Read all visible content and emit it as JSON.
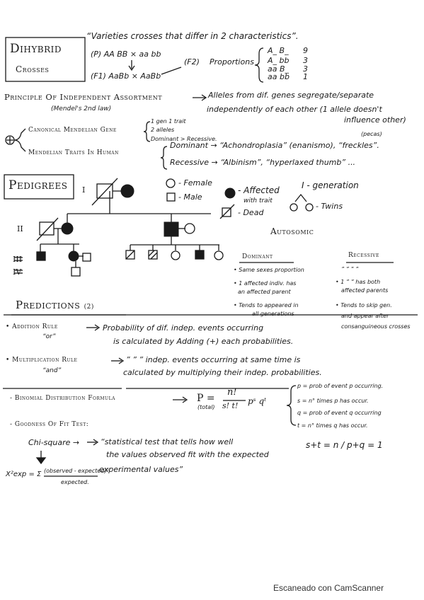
{
  "dihybrid": {
    "title": "Dihybrid",
    "subtitle": "Crosses",
    "quote": "“Varieties crosses that differ in 2 characteristics”.",
    "p_line": "(P) AA BB × aa bb",
    "f1_line": "(F1) AaBb × AaBb",
    "f2_label": "(F2)",
    "proportions_label": "Proportions",
    "ratios": [
      {
        "genotype": "A_ B_",
        "value": "9"
      },
      {
        "genotype": "A_ bb",
        "value": "3"
      },
      {
        "genotype": "aa B_",
        "value": "3"
      },
      {
        "genotype": "aa bb",
        "value": "1"
      }
    ]
  },
  "principle": {
    "title": "Principle Of Independent Assortment",
    "mendel": "(Mendel's 2nd law)",
    "def_1": "Alleles from dif. genes segregate/separate",
    "def_2": "independently of each other (1 allele doesn't",
    "def_3": "influence other)"
  },
  "canonical": {
    "label": "Canonical Mendelian Gene",
    "b1": "1 gen 1 trait",
    "b2": "2 alleles",
    "b3": "Dominant > Recessive."
  },
  "traits": {
    "label": "Mendelian Traits In Human",
    "dominant": "Dominant → “Achondroplasia” (enanismo), “freckles”.",
    "pecas": "(pecas)",
    "recessive": "Recessive → “Albinism”, “hyperlaxed thumb” ..."
  },
  "pedigrees": {
    "title": "Pedigrees",
    "gen_labels": [
      "I",
      "II",
      "III",
      "IV"
    ],
    "legend": {
      "female": "- Female",
      "male": "- Male",
      "affected_1": "- Affected",
      "affected_2": "with trait",
      "dead": "- Dead",
      "generation": "I - generation",
      "twins": "- Twins"
    }
  },
  "autosomic": {
    "title": "Autosomic",
    "dominant_title": "Dominant",
    "recessive_title": "Recessive",
    "dominant_items": [
      "Same sexes proportion",
      "1 affected indiv. has",
      "an affected parent",
      "Tends to appeared in",
      "all generations"
    ],
    "recessive_items": [
      "” ” ” ”",
      "1 ” ” has both",
      "affected parents",
      "Tends to skip gen.",
      "and appear after",
      "consanguineous crosses"
    ]
  },
  "predictions": {
    "title": "Predictions",
    "count": "(2)",
    "addition_label": "Addition Rule",
    "or": "“or”",
    "addition_1": "Probability of dif. indep. events occurring",
    "addition_2": "is calculated by Adding (+) each probabilities.",
    "multiplication_label": "Multiplication Rule",
    "and": "“and”",
    "mult_1": "” ” ” indep. events occurring at same time is",
    "mult_2": "calculated by multiplying their indep. probabilities."
  },
  "binomial": {
    "label": "Binomial Distribution Formula",
    "p_eq": "P =",
    "total": "(total)",
    "numerator": "n!",
    "denominator": "s! t!",
    "power": "pˢ qᵗ",
    "defs": [
      "p = prob of event p occurring.",
      "s = n° times p has occur.",
      "q = prob of event q occurring",
      "t = n° times q has occur."
    ],
    "sums": "s+t = n  /  p+q = 1"
  },
  "goodness": {
    "label": "Goodness Of Fit Test:",
    "chi": "Chi-square →",
    "desc_1": "“statistical test that tells how well",
    "desc_2": "the values observed fit with the expected",
    "desc_3": "experimental values”",
    "chi_lhs": "X²exp = Σ",
    "numerator": "(observed - expected)²",
    "denominator": "expected."
  },
  "footer": "Escaneado con CamScanner"
}
